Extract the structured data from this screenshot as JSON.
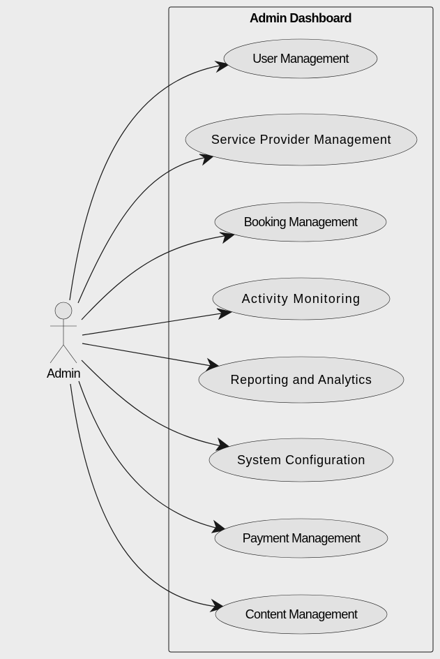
{
  "diagram": {
    "type": "use-case",
    "boundary": {
      "title": "Admin Dashboard"
    },
    "actor": {
      "label": "Admin"
    },
    "use_cases": [
      {
        "id": "user-management",
        "label": "User Management"
      },
      {
        "id": "service-provider-management",
        "label": "Service Provider Management"
      },
      {
        "id": "booking-management",
        "label": "Booking Management"
      },
      {
        "id": "activity-monitoring",
        "label": "Activity Monitoring"
      },
      {
        "id": "reporting-and-analytics",
        "label": "Reporting and Analytics"
      },
      {
        "id": "system-configuration",
        "label": "System Configuration"
      },
      {
        "id": "payment-management",
        "label": "Payment Management"
      },
      {
        "id": "content-management",
        "label": "Content Management"
      }
    ],
    "associations": [
      {
        "from": "Admin",
        "to": "User Management"
      },
      {
        "from": "Admin",
        "to": "Service Provider Management"
      },
      {
        "from": "Admin",
        "to": "Booking Management"
      },
      {
        "from": "Admin",
        "to": "Activity Monitoring"
      },
      {
        "from": "Admin",
        "to": "Reporting and Analytics"
      },
      {
        "from": "Admin",
        "to": "System Configuration"
      },
      {
        "from": "Admin",
        "to": "Payment Management"
      },
      {
        "from": "Admin",
        "to": "Content Management"
      }
    ]
  }
}
